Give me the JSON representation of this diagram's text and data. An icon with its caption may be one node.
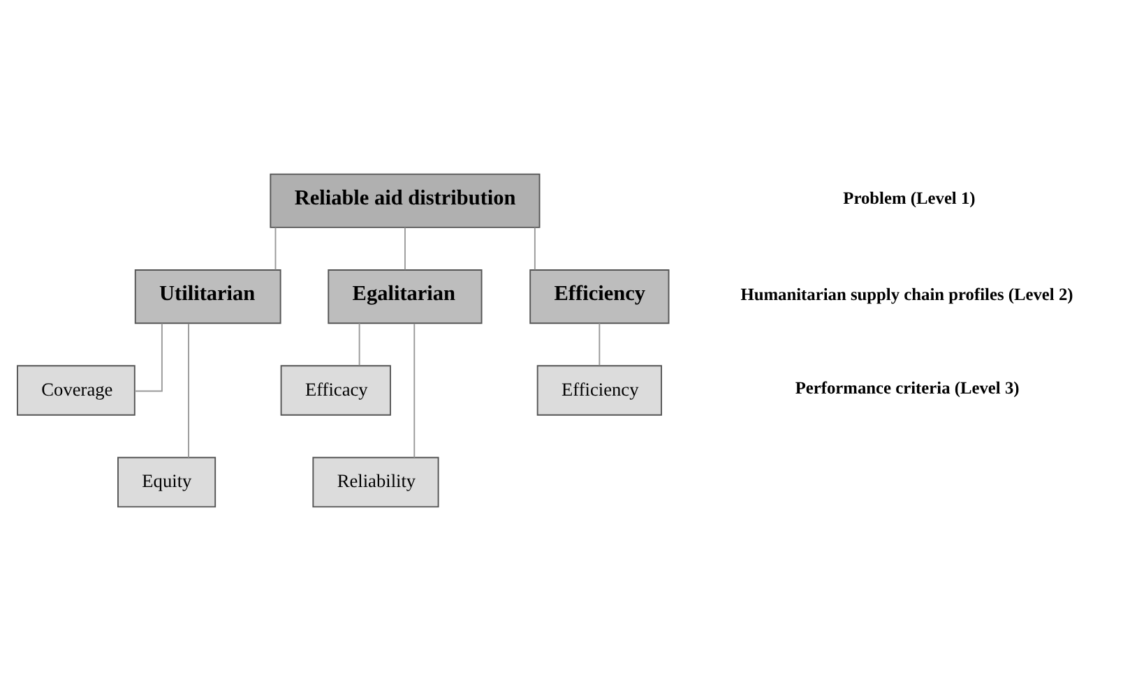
{
  "diagram": {
    "nodes": [
      {
        "text": [
          "Reliable aid distribution"
        ]
      },
      {
        "text": [
          "Utilitarian"
        ]
      },
      {
        "text": [
          "Egalitarian"
        ]
      },
      {
        "text": [
          "Efficiency"
        ]
      },
      {
        "text": [
          "Coverage"
        ]
      },
      {
        "text": [
          "Equity"
        ]
      },
      {
        "text": [
          "Efficacy"
        ]
      },
      {
        "text": [
          "Reliability"
        ]
      },
      {
        "text": [
          "Efficiency"
        ]
      }
    ],
    "edges": [
      {
        "from": 0,
        "to": 1,
        "arrow": "none"
      },
      {
        "from": 0,
        "to": 2,
        "arrow": "none"
      },
      {
        "from": 0,
        "to": 3,
        "arrow": "none"
      },
      {
        "from": 1,
        "to": 4,
        "arrow": "none"
      },
      {
        "from": 1,
        "to": 5,
        "arrow": "none"
      },
      {
        "from": 2,
        "to": 6,
        "arrow": "none"
      },
      {
        "from": 2,
        "to": 7,
        "arrow": "none"
      },
      {
        "from": 3,
        "to": 8,
        "arrow": "none"
      }
    ],
    "labels": [
      "Problem (Level 1)",
      "Humanitarian supply chain profiles (Level 2)",
      "Performance criteria (Level 3)"
    ]
  }
}
